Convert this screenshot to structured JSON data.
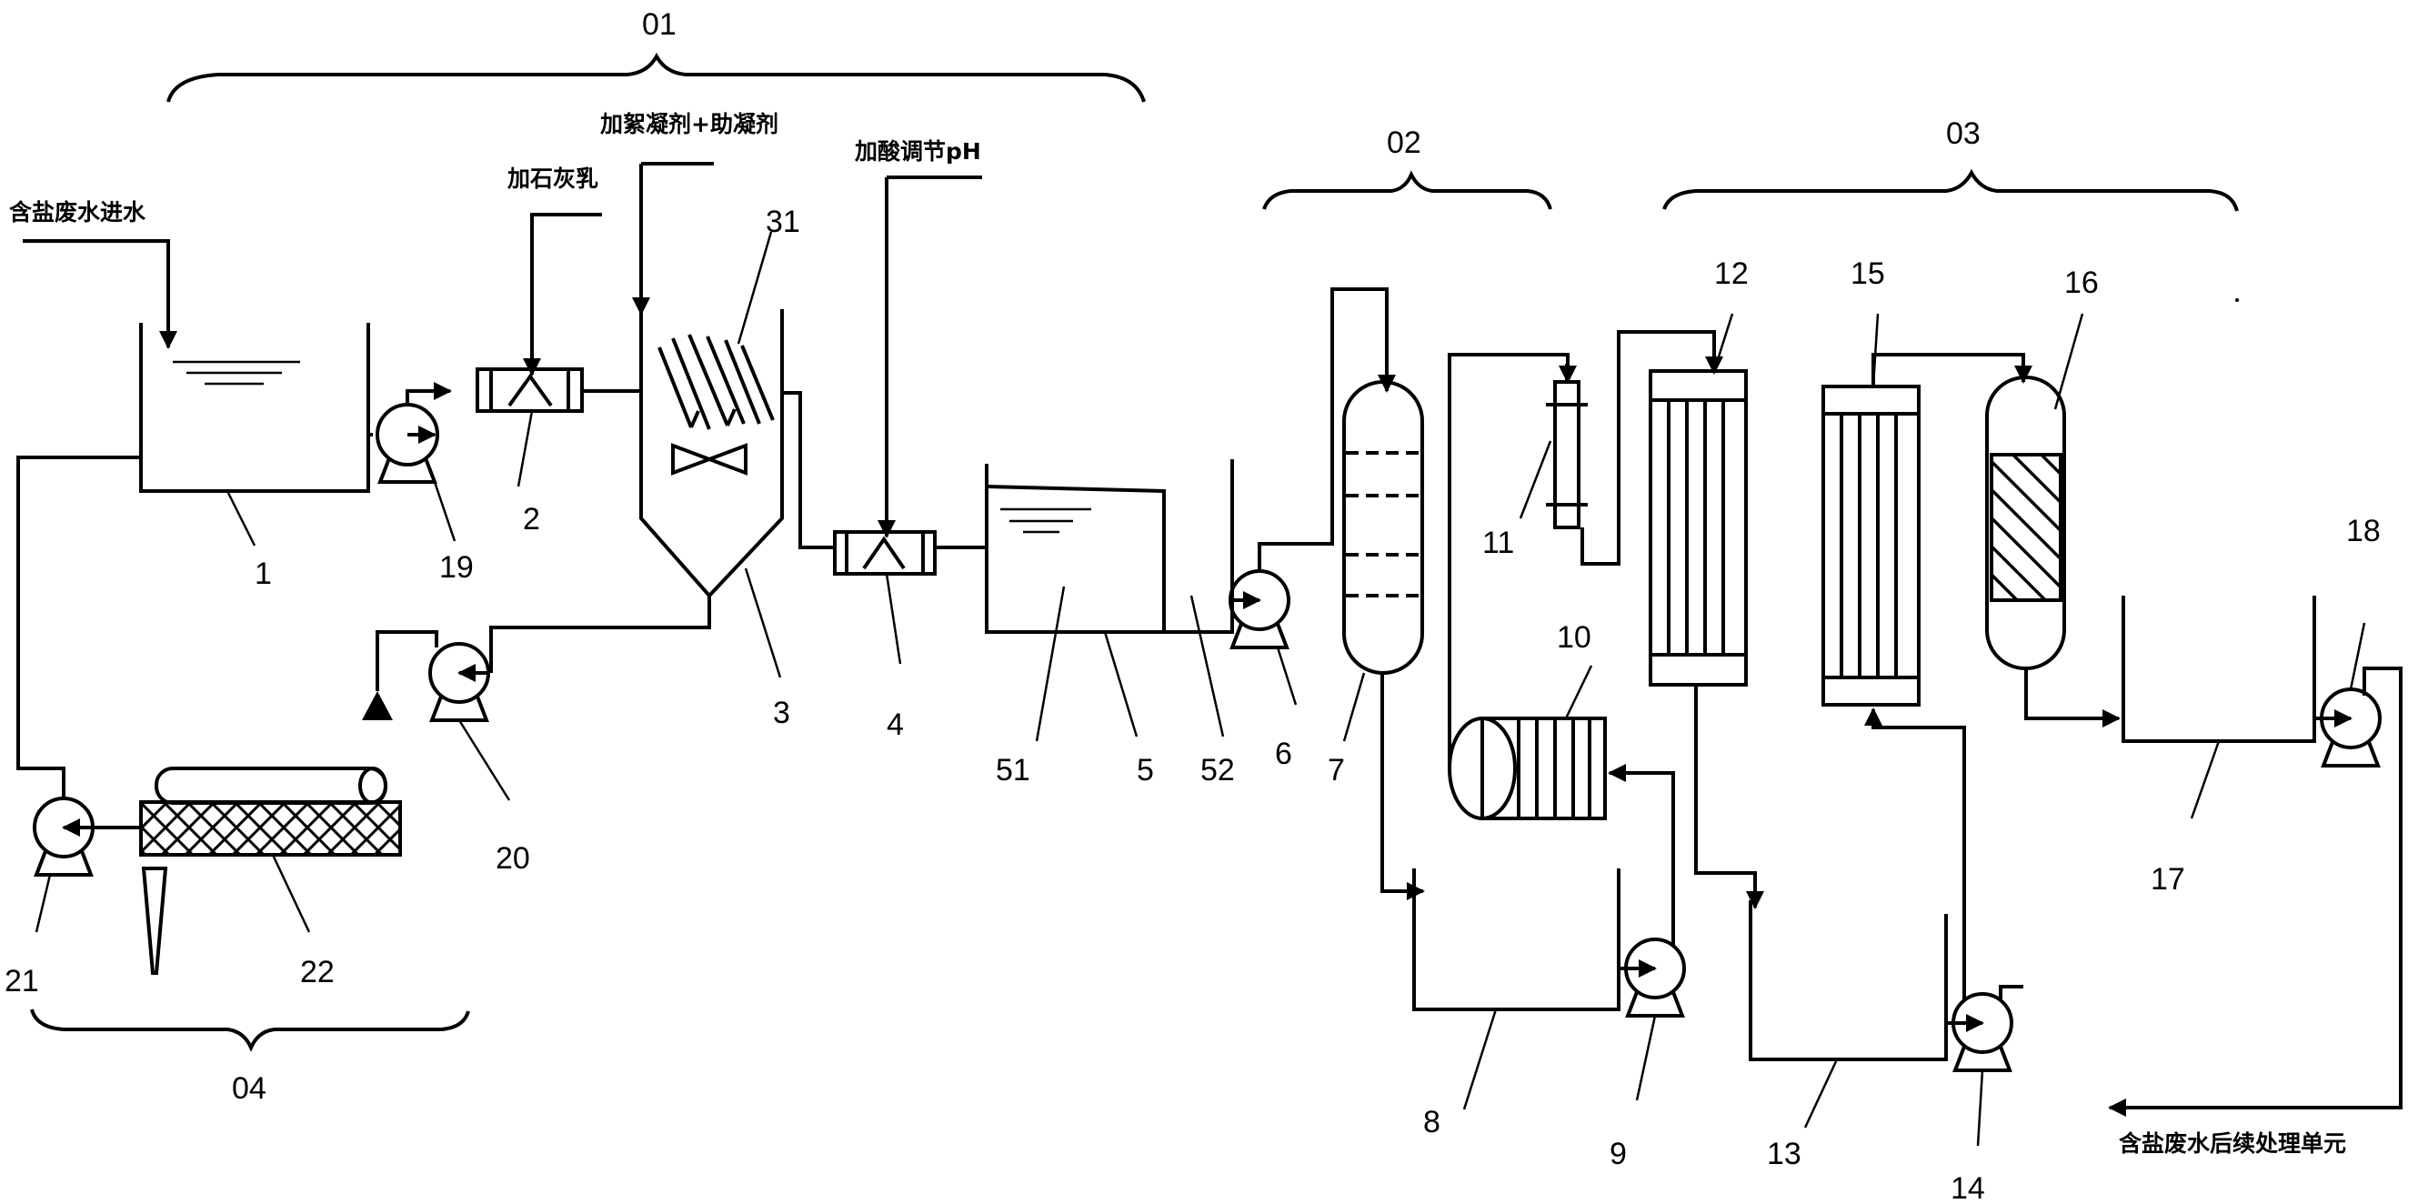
{
  "labels": {
    "feed_inlet": "含盐废水进水",
    "add_lime": "加石灰乳",
    "add_flocculant": "加絮凝剂+助凝剂",
    "add_acid": "加酸调节pH",
    "outlet": "含盐废水后续处理单元"
  },
  "sections": {
    "s01": "01",
    "s02": "02",
    "s03": "03",
    "s04": "04"
  },
  "units": {
    "u1": "1",
    "u2": "2",
    "u3": "3",
    "u31": "31",
    "u4": "4",
    "u5": "5",
    "u51": "51",
    "u52": "52",
    "u6": "6",
    "u7": "7",
    "u8": "8",
    "u9": "9",
    "u10": "10",
    "u11": "11",
    "u12": "12",
    "u13": "13",
    "u14": "14",
    "u15": "15",
    "u16": "16",
    "u17": "17",
    "u18": "18",
    "u19": "19",
    "u20": "20",
    "u21": "21",
    "u22": "22"
  }
}
